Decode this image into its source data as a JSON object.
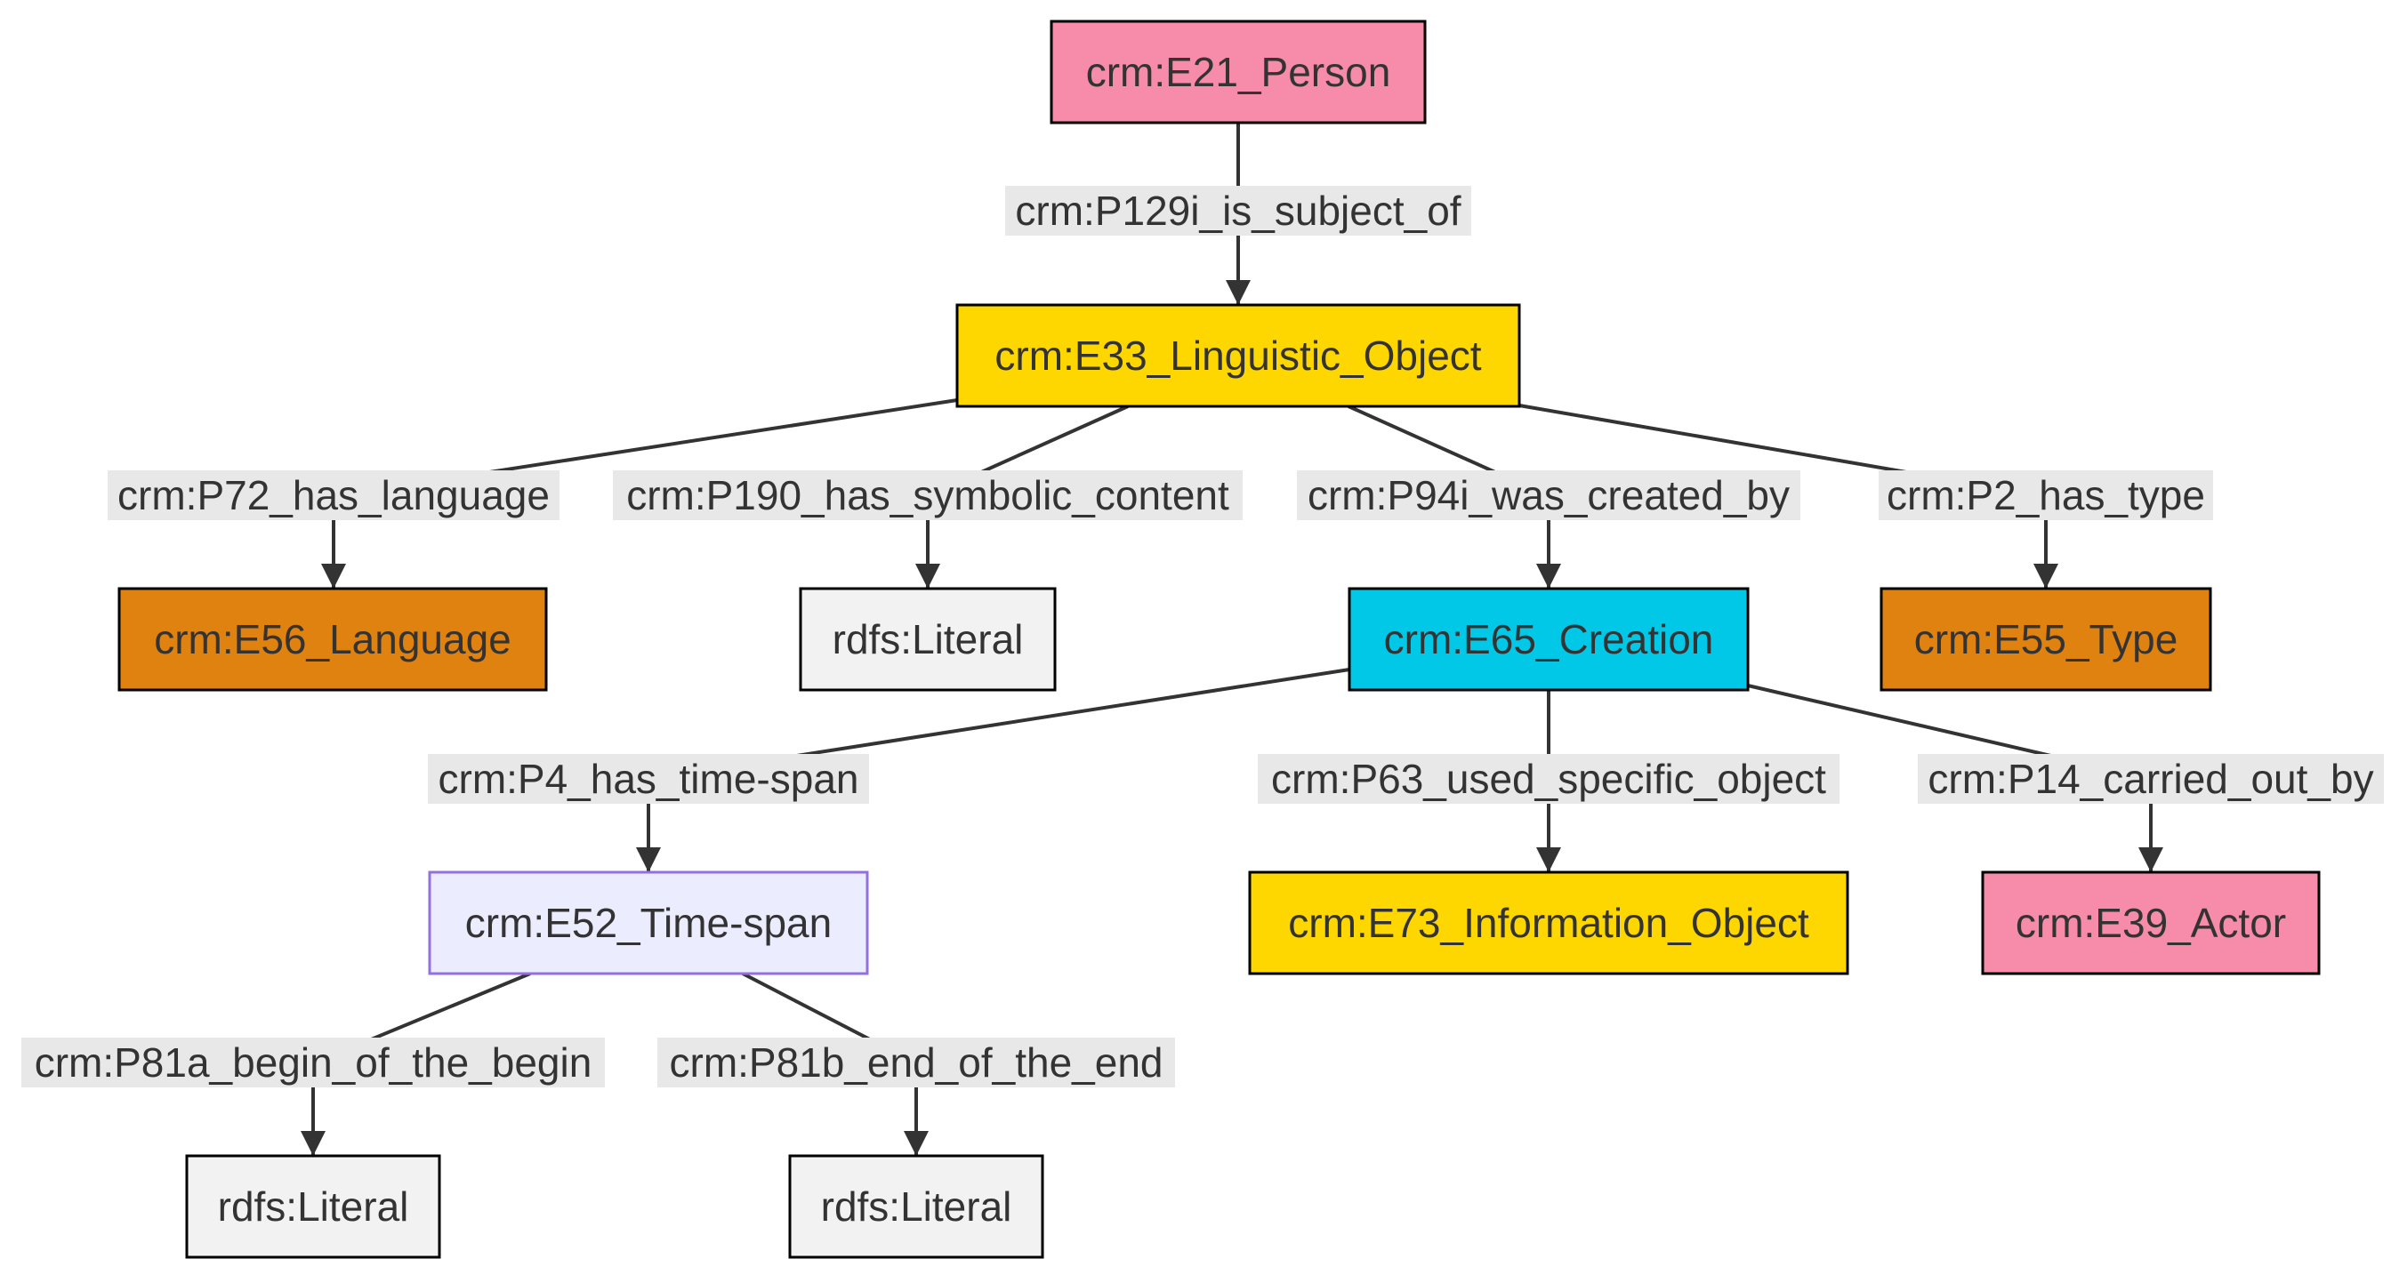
{
  "nodes": [
    {
      "id": "person",
      "label": "crm:E21_Person",
      "fill": "#F68CA9",
      "stroke": "#000000"
    },
    {
      "id": "linguistic",
      "label": "crm:E33_Linguistic_Object",
      "fill": "#FFD700",
      "stroke": "#000000"
    },
    {
      "id": "language",
      "label": "crm:E56_Language",
      "fill": "#E0820F",
      "stroke": "#000000"
    },
    {
      "id": "literal1",
      "label": "rdfs:Literal",
      "fill": "#F2F2F2",
      "stroke": "#000000"
    },
    {
      "id": "creation",
      "label": "crm:E65_Creation",
      "fill": "#00C8E6",
      "stroke": "#000000"
    },
    {
      "id": "type",
      "label": "crm:E55_Type",
      "fill": "#E0820F",
      "stroke": "#000000"
    },
    {
      "id": "timespan",
      "label": "crm:E52_Time-span",
      "fill": "#ECECFF",
      "stroke": "#9370DB"
    },
    {
      "id": "infoobj",
      "label": "crm:E73_Information_Object",
      "fill": "#FFD700",
      "stroke": "#000000"
    },
    {
      "id": "actor",
      "label": "crm:E39_Actor",
      "fill": "#F68CA9",
      "stroke": "#000000"
    },
    {
      "id": "literal2",
      "label": "rdfs:Literal",
      "fill": "#F2F2F2",
      "stroke": "#000000"
    },
    {
      "id": "literal3",
      "label": "rdfs:Literal",
      "fill": "#F2F2F2",
      "stroke": "#000000"
    }
  ],
  "edges": [
    {
      "id": "p129i",
      "from": "person",
      "to": "linguistic",
      "label": "crm:P129i_is_subject_of"
    },
    {
      "id": "p72",
      "from": "linguistic",
      "to": "language",
      "label": "crm:P72_has_language"
    },
    {
      "id": "p190",
      "from": "linguistic",
      "to": "literal1",
      "label": "crm:P190_has_symbolic_content"
    },
    {
      "id": "p94i",
      "from": "linguistic",
      "to": "creation",
      "label": "crm:P94i_was_created_by"
    },
    {
      "id": "p2",
      "from": "linguistic",
      "to": "type",
      "label": "crm:P2_has_type"
    },
    {
      "id": "p4",
      "from": "creation",
      "to": "timespan",
      "label": "crm:P4_has_time-span"
    },
    {
      "id": "p63",
      "from": "creation",
      "to": "infoobj",
      "label": "crm:P63_used_specific_object"
    },
    {
      "id": "p14",
      "from": "creation",
      "to": "actor",
      "label": "crm:P14_carried_out_by"
    },
    {
      "id": "p81a",
      "from": "timespan",
      "to": "literal2",
      "label": "crm:P81a_begin_of_the_begin"
    },
    {
      "id": "p81b",
      "from": "timespan",
      "to": "literal3",
      "label": "crm:P81b_end_of_the_end"
    }
  ],
  "colors": {
    "edge": "#333333",
    "edge_label_background": "#E8E8E8",
    "text": "#333333"
  }
}
